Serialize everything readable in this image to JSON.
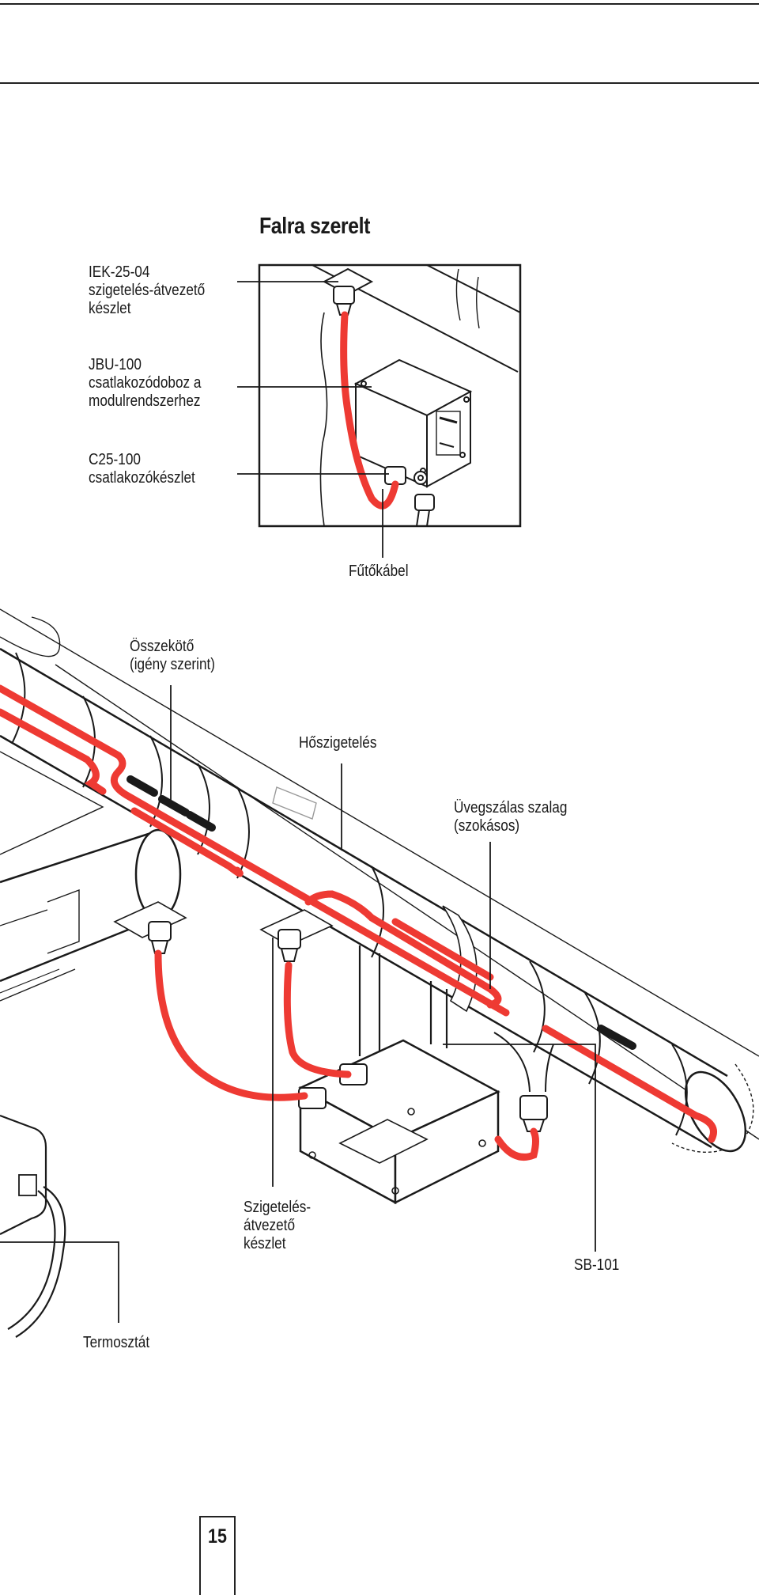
{
  "header": {
    "title": "Falra szerelt"
  },
  "labels": {
    "iek": "IEK-25-04\nszigetelés-átvezető\nkészlet",
    "jbu": "JBU-100\ncsatlakozódoboz a\nmodulrendszerhez",
    "c25": "C25-100\ncsatlakozókészlet",
    "heating_cable": "Fűtőkábel",
    "splice": "Összekötő\n(igény szerint)",
    "insulation": "Hőszigetelés",
    "glass_tape": "Üvegszálas szalag\n(szokásos)",
    "entry_kit": "Szigetelés-\nátvezető\nkészlet",
    "sb101": "SB-101",
    "thermostat": "Termosztát"
  },
  "footer": {
    "page_number": "15"
  },
  "colors": {
    "cable": "#ee3a33",
    "line": "#1a1a1a",
    "accent_gray": "#9a9a9a"
  }
}
